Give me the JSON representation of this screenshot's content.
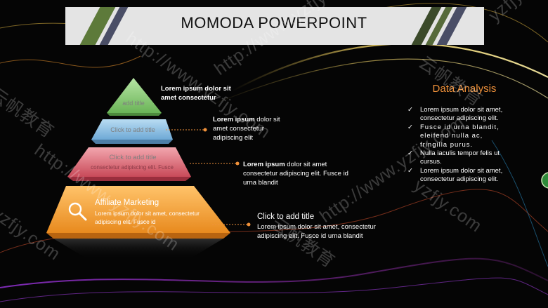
{
  "slide": {
    "title": "MOMODA POWERPOINT"
  },
  "pyramid": {
    "tier1": {
      "label": "add title"
    },
    "tier2": {
      "label": "Click to add title"
    },
    "tier3": {
      "label": "Click to add title",
      "sublabel": "consectetur adipiscing elit. Fusce"
    },
    "tier4": {
      "title": "Affiliate Marketing",
      "body": "Lorem ipsum dolor sit amet, consectetur adipiscing elit. Fusce id"
    }
  },
  "callouts": {
    "c1": {
      "bold": "Lorem ipsum dolor sit amet consectetur"
    },
    "c2": {
      "bold": "Lorem ipsum",
      "rest": " dolor sit amet consectetur adipiscing elit"
    },
    "c3": {
      "bold": "Lorem ipsum",
      "rest": " dolor sit amet consectetur adipiscing elit. Fusce id urna blandit"
    },
    "c4": {
      "title": "Click to add title",
      "body": "Lorem ipsum dolor sit amet, consectetur adipiscing elit. Fusce id urna blandit"
    }
  },
  "data_analysis": {
    "title": "Data Analysis",
    "items": [
      "Lorem ipsum dolor sit amet, consectetur adipiscing elit.",
      "Fusce id urna blandit, eleifend nulla ac, fringilla purus.",
      "Nulla iaculis tempor felis ut cursus.",
      "Lorem ipsum dolor sit amet, consectetur adipiscing elit."
    ]
  },
  "watermarks": [
    "http://www.yzfjy.com",
    "云帆教育",
    "yzfjy.com"
  ],
  "colors": {
    "header_bg": "#e4e4e4",
    "accent_orange": "#f0913a",
    "stripe_green": "#5d7a3a",
    "stripe_slate": "#4a4e66",
    "tier_green": "#8fcf7a",
    "tier_blue": "#8cc3e6",
    "tier_pink": "#e06d7c",
    "tier_orange": "#f5a33b"
  },
  "icons": [
    "search-icon",
    "check-icon"
  ]
}
